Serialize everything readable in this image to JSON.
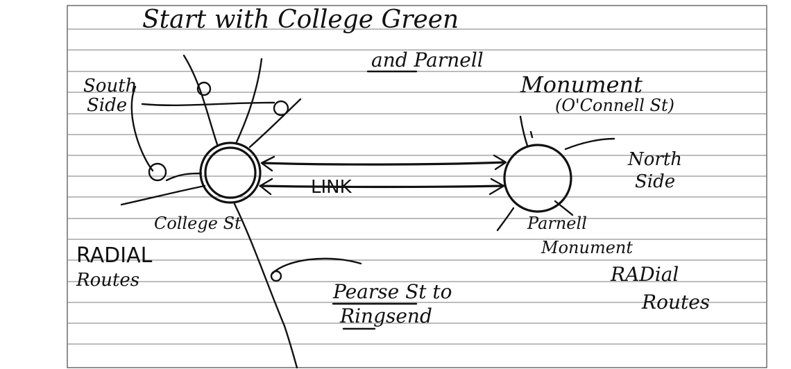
{
  "notes": {
    "line1": "Start with College Green",
    "line2": "and Parnell",
    "line3": "Monument",
    "line3b": "(O'Connell St)",
    "south_side_1": "South",
    "south_side_2": "Side",
    "north_side_1": "North",
    "north_side_2": "Side",
    "link": "LINK",
    "college_st": "College St",
    "parnell_monument_1": "Parnell",
    "parnell_monument_2": "Monument",
    "radial_left_1": "RADIAL",
    "radial_left_2": "Routes",
    "radial_right_1": "RADial",
    "radial_right_2": "Routes",
    "pearse_1": "Pearse St to",
    "pearse_2": "Ringsend"
  }
}
